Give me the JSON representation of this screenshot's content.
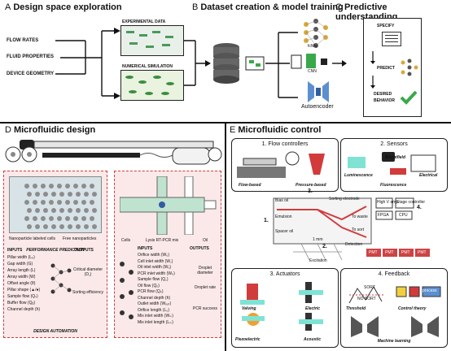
{
  "panelA": {
    "letter": "A",
    "title": "Design space exploration",
    "inputs": [
      "FLOW RATES",
      "FLUID PROPERTIES",
      "DEVICE GEOMETRY"
    ],
    "experimental": "EXPERIMENTAL DATA",
    "numerical": "NUMERICAL SIMULATION"
  },
  "panelB": {
    "letter": "B",
    "title": "Dataset creation & model training",
    "models": [
      "fcNN",
      "CNN",
      "Autoencoder"
    ]
  },
  "panelC": {
    "letter": "C",
    "title": "Predictive understanding",
    "steps": [
      "SPECIFY",
      "PREDICT",
      "DESIRED",
      "BEHAVIOR"
    ]
  },
  "panelD": {
    "letter": "D",
    "title": "Microfluidic design",
    "legend_left": [
      "Nanoparticle labeled cells",
      "Free nanoparticles"
    ],
    "legend_right": [
      "Cells",
      "Lysis RT-PCR mix",
      "Oil"
    ],
    "perf_pred": "PERFORMANCE PREDICTION",
    "design_auto": "DESIGN AUTOMATION",
    "left": {
      "inputs_label": "INPUTS",
      "outputs_label": "OUTPUTS",
      "inputs": [
        "Pillar width (Lₚ)",
        "Gap width (G)",
        "Array length (L)",
        "Array width (W)",
        "Offset angle (θ)",
        "Pillar shape (▲/●)",
        "Sample flow (Qₛ)",
        "Buffer flow (Qᵦ)",
        "Channel depth (h)"
      ],
      "outputs": [
        "Critical diameter (D꜀)",
        "Sorting efficiency"
      ]
    },
    "right": {
      "inputs_label": "INPUTS",
      "outputs_label": "OUTPUTS",
      "inputs": [
        "Orifice width (W₀)",
        "Cell inlet width (W꜀)",
        "Oil inlet width (Wₒ)",
        "PCR inlet width (Wₚ)",
        "Sample flow (Q꜀)",
        "Oil flow (Qₒ)",
        "PCR flow (Qₚ)",
        "Channel depth (h)",
        "Outlet width (Wₒᵤₜ)",
        "Orifice length (L₀)",
        "Mix inlet width (Wₘ)",
        "Mix inlet length (Lₘ)"
      ],
      "outputs": [
        "Droplet diameter",
        "Droplet rate",
        "PCR success"
      ]
    }
  },
  "panelE": {
    "letter": "E",
    "title": "Microfluidic control",
    "flow": {
      "title": "1. Flow controllers",
      "labels": [
        "Flow-based",
        "Pressure-based"
      ]
    },
    "sensors": {
      "title": "2. Sensors",
      "labels": [
        "Brightfield",
        "Luminescence",
        "Electrical",
        "Fluorescence"
      ]
    },
    "center": {
      "labels": [
        "Bias oil",
        "Emulsion",
        "Spacer oil",
        "Sorting electrode",
        "To waste",
        "To sort",
        "1 mm",
        "High V amp",
        "Stage controller",
        "FPGA",
        "CPU",
        "Detection",
        "Excitation",
        "PMT",
        "PMT",
        "PMT",
        "PMT"
      ],
      "nums": [
        "1.",
        "2.",
        "3.",
        "4."
      ]
    },
    "actuators": {
      "title": "3. Actuators",
      "labels": [
        "Valving",
        "Electric",
        "Piezoelectric",
        "Acoustic"
      ]
    },
    "feedback": {
      "title": "4. Feedback",
      "labels": [
        "Threshold",
        "Control theory",
        "Machine learning",
        "SORT",
        "NO SORT",
        "process"
      ]
    }
  },
  "colors": {
    "red": "#d23b3b",
    "teal": "#2f8a86",
    "green": "#3aa84a",
    "gold": "#d8a93a"
  }
}
